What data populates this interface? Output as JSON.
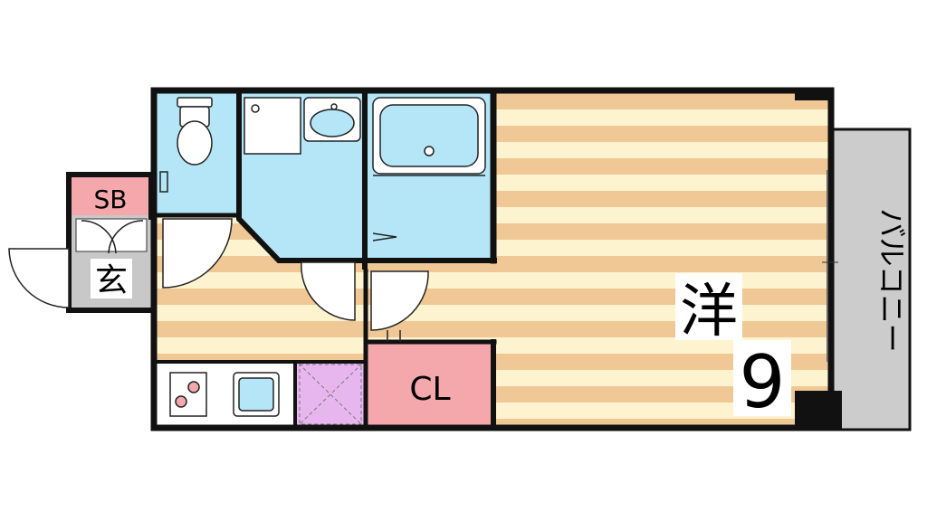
{
  "labels": {
    "storage_box": "SB",
    "entrance": "玄",
    "closet": "CL",
    "balcony": "バルコニー",
    "western_room": "洋",
    "western_room_size": "9"
  },
  "colors": {
    "wall": "#111111",
    "wet_area": "#b4e6f8",
    "floor_stripe_dark": "#f0c896",
    "floor_stripe_light": "#fdf3cf",
    "closet": "#f5a8ac",
    "storage_box": "#f5a8ac",
    "balcony": "#cccccc",
    "entrance": "#c8c8c8",
    "laundry_space": "#e8b6ee"
  },
  "icons": [
    "toilet-icon",
    "washbasin-icon",
    "bathtub-icon",
    "stove-icon",
    "kitchen-sink-icon",
    "laundry-pan-icon"
  ]
}
